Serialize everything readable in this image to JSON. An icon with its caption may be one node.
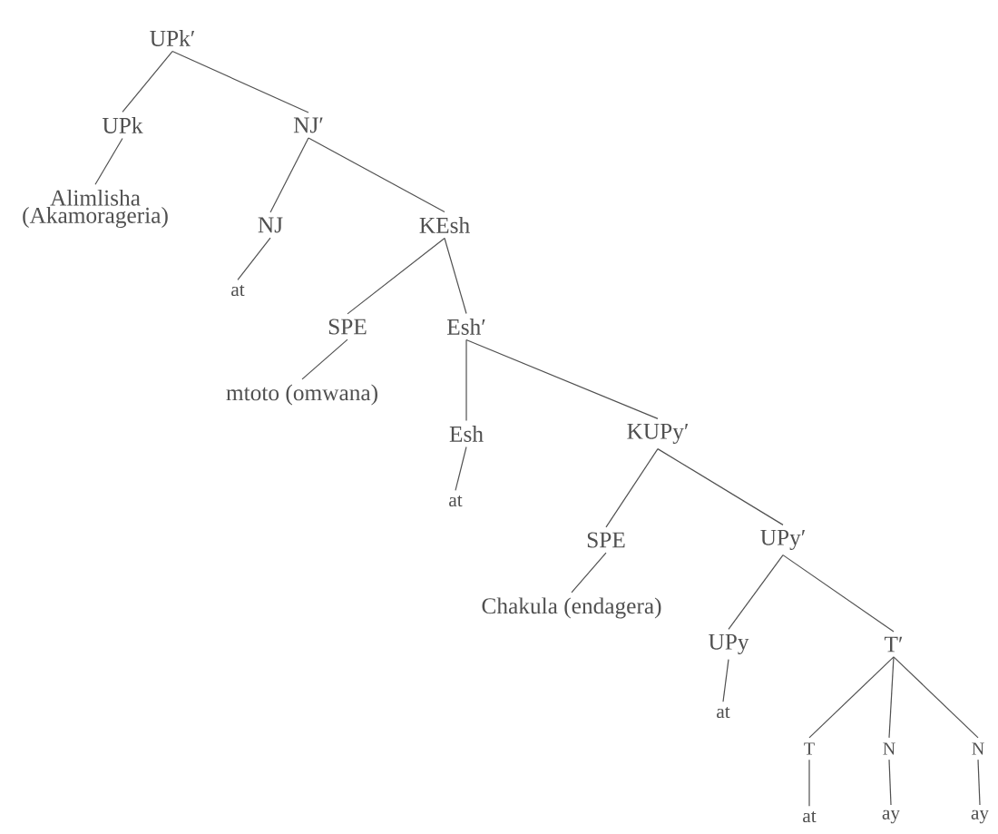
{
  "diagram": {
    "nodes": [
      {
        "text": [
          "UPk′"
        ]
      },
      {
        "text": [
          "UPk"
        ]
      },
      {
        "text": [
          "NJ′"
        ]
      },
      {
        "text": [
          "Alimlisha (Akamorageria)"
        ]
      },
      {
        "text": [
          "NJ"
        ]
      },
      {
        "text": [
          "KEsh"
        ]
      },
      {
        "text": [
          "at"
        ]
      },
      {
        "text": [
          "SPE"
        ]
      },
      {
        "text": [
          "Esh′"
        ]
      },
      {
        "text": [
          "mtoto (omwana)"
        ]
      },
      {
        "text": [
          "Esh"
        ]
      },
      {
        "text": [
          "KUPy′"
        ]
      },
      {
        "text": [
          "at"
        ]
      },
      {
        "text": [
          "SPE"
        ]
      },
      {
        "text": [
          "UPy′"
        ]
      },
      {
        "text": [
          "Chakula (endagera)"
        ]
      },
      {
        "text": [
          "UPy"
        ]
      },
      {
        "text": [
          "T′"
        ]
      },
      {
        "text": [
          "at"
        ]
      },
      {
        "text": [
          "T"
        ]
      },
      {
        "text": [
          "N"
        ]
      },
      {
        "text": [
          "N"
        ]
      },
      {
        "text": [
          "at"
        ]
      },
      {
        "text": [
          "ay"
        ]
      },
      {
        "text": [
          "ay"
        ]
      }
    ],
    "edges": [
      {
        "from": 0,
        "to": 1,
        "arrow": "none"
      },
      {
        "from": 0,
        "to": 2,
        "arrow": "none"
      },
      {
        "from": 1,
        "to": 3,
        "arrow": "none"
      },
      {
        "from": 2,
        "to": 4,
        "arrow": "none"
      },
      {
        "from": 2,
        "to": 5,
        "arrow": "none"
      },
      {
        "from": 4,
        "to": 6,
        "arrow": "none"
      },
      {
        "from": 5,
        "to": 7,
        "arrow": "none"
      },
      {
        "from": 5,
        "to": 8,
        "arrow": "none"
      },
      {
        "from": 7,
        "to": 9,
        "arrow": "none"
      },
      {
        "from": 8,
        "to": 10,
        "arrow": "none"
      },
      {
        "from": 8,
        "to": 11,
        "arrow": "none"
      },
      {
        "from": 10,
        "to": 12,
        "arrow": "none"
      },
      {
        "from": 11,
        "to": 13,
        "arrow": "none"
      },
      {
        "from": 11,
        "to": 14,
        "arrow": "none"
      },
      {
        "from": 13,
        "to": 15,
        "arrow": "none"
      },
      {
        "from": 14,
        "to": 16,
        "arrow": "none"
      },
      {
        "from": 14,
        "to": 17,
        "arrow": "none"
      },
      {
        "from": 16,
        "to": 18,
        "arrow": "none"
      },
      {
        "from": 17,
        "to": 19,
        "arrow": "none"
      },
      {
        "from": 17,
        "to": 20,
        "arrow": "none"
      },
      {
        "from": 17,
        "to": 21,
        "arrow": "none"
      },
      {
        "from": 19,
        "to": 22,
        "arrow": "none"
      },
      {
        "from": 20,
        "to": 23,
        "arrow": "none"
      },
      {
        "from": 21,
        "to": 24,
        "arrow": "none"
      }
    ]
  }
}
